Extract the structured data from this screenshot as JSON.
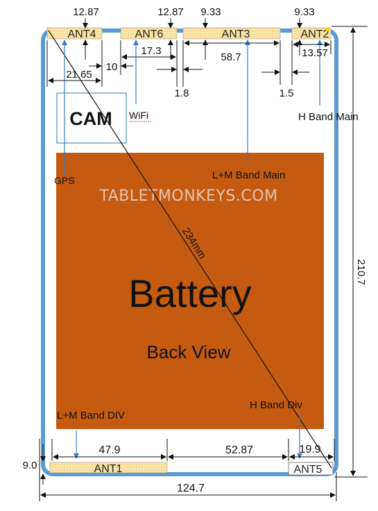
{
  "antennas": {
    "ant1": "ANT1",
    "ant2": "ANT2",
    "ant3": "ANT3",
    "ant4": "ANT4",
    "ant5": "ANT5",
    "ant6": "ANT6"
  },
  "labels": {
    "cam": "CAM",
    "wifi": "WiFi",
    "gps": "GPS",
    "h_band_main": "H Band Main",
    "lm_band_main": "L+M Band Main",
    "lm_band_div": "L+M Band DIV",
    "h_band_div": "H Band Div",
    "battery": "Battery",
    "back_view": "Back View",
    "watermark": "TABLETMONKEYS.COM",
    "diagonal": "234mm"
  },
  "dimensions": {
    "ant4_width": "12.87",
    "ant6_width": "12.87",
    "ant3_width": "9.33",
    "ant2_width": "9.33",
    "ant4_offset": "21.65",
    "gap_10": "10",
    "ant6_offset": "17.3",
    "ant3_offset": "58.7",
    "ant2_offset": "13.57",
    "gap_1_8": "1.8",
    "gap_1_5": "1.5",
    "total_height": "210.7",
    "ant1_offset": "47.9",
    "middle_gap": "52.87",
    "ant5_offset": "19.9",
    "bottom_offset": "9.0",
    "total_width": "124.7"
  },
  "colors": {
    "frame": "#5b9bd5",
    "battery": "#c55a11",
    "antenna_fill": "#fbe5a8",
    "cam_border": "#2e75b6"
  }
}
